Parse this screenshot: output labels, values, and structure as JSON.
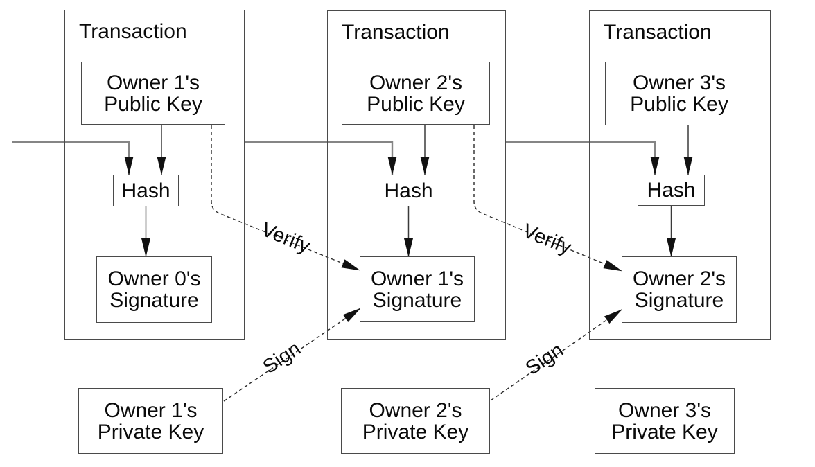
{
  "diagram": {
    "transactions": [
      {
        "title": "Transaction",
        "public_key": {
          "line1": "Owner 1's",
          "line2": "Public Key"
        },
        "hash_label": "Hash",
        "signature": {
          "line1": "Owner 0's",
          "line2": "Signature"
        }
      },
      {
        "title": "Transaction",
        "public_key": {
          "line1": "Owner 2's",
          "line2": "Public Key"
        },
        "hash_label": "Hash",
        "signature": {
          "line1": "Owner 1's",
          "line2": "Signature"
        }
      },
      {
        "title": "Transaction",
        "public_key": {
          "line1": "Owner 3's",
          "line2": "Public Key"
        },
        "hash_label": "Hash",
        "signature": {
          "line1": "Owner 2's",
          "line2": "Signature"
        }
      }
    ],
    "private_keys": [
      {
        "line1": "Owner 1's",
        "line2": "Private Key"
      },
      {
        "line1": "Owner 2's",
        "line2": "Private Key"
      },
      {
        "line1": "Owner 3's",
        "line2": "Private Key"
      }
    ],
    "edge_labels": {
      "verify": "Verify",
      "sign": "Sign"
    },
    "colors": {
      "background": "#ffffff",
      "box_border": "#4a4a4a",
      "chain_line": "#858585",
      "solid_arrow_line": "#3a3a3a",
      "dashed_line": "#2b2b2b",
      "arrowhead": "#111111",
      "text": "#0a0a0a"
    }
  }
}
